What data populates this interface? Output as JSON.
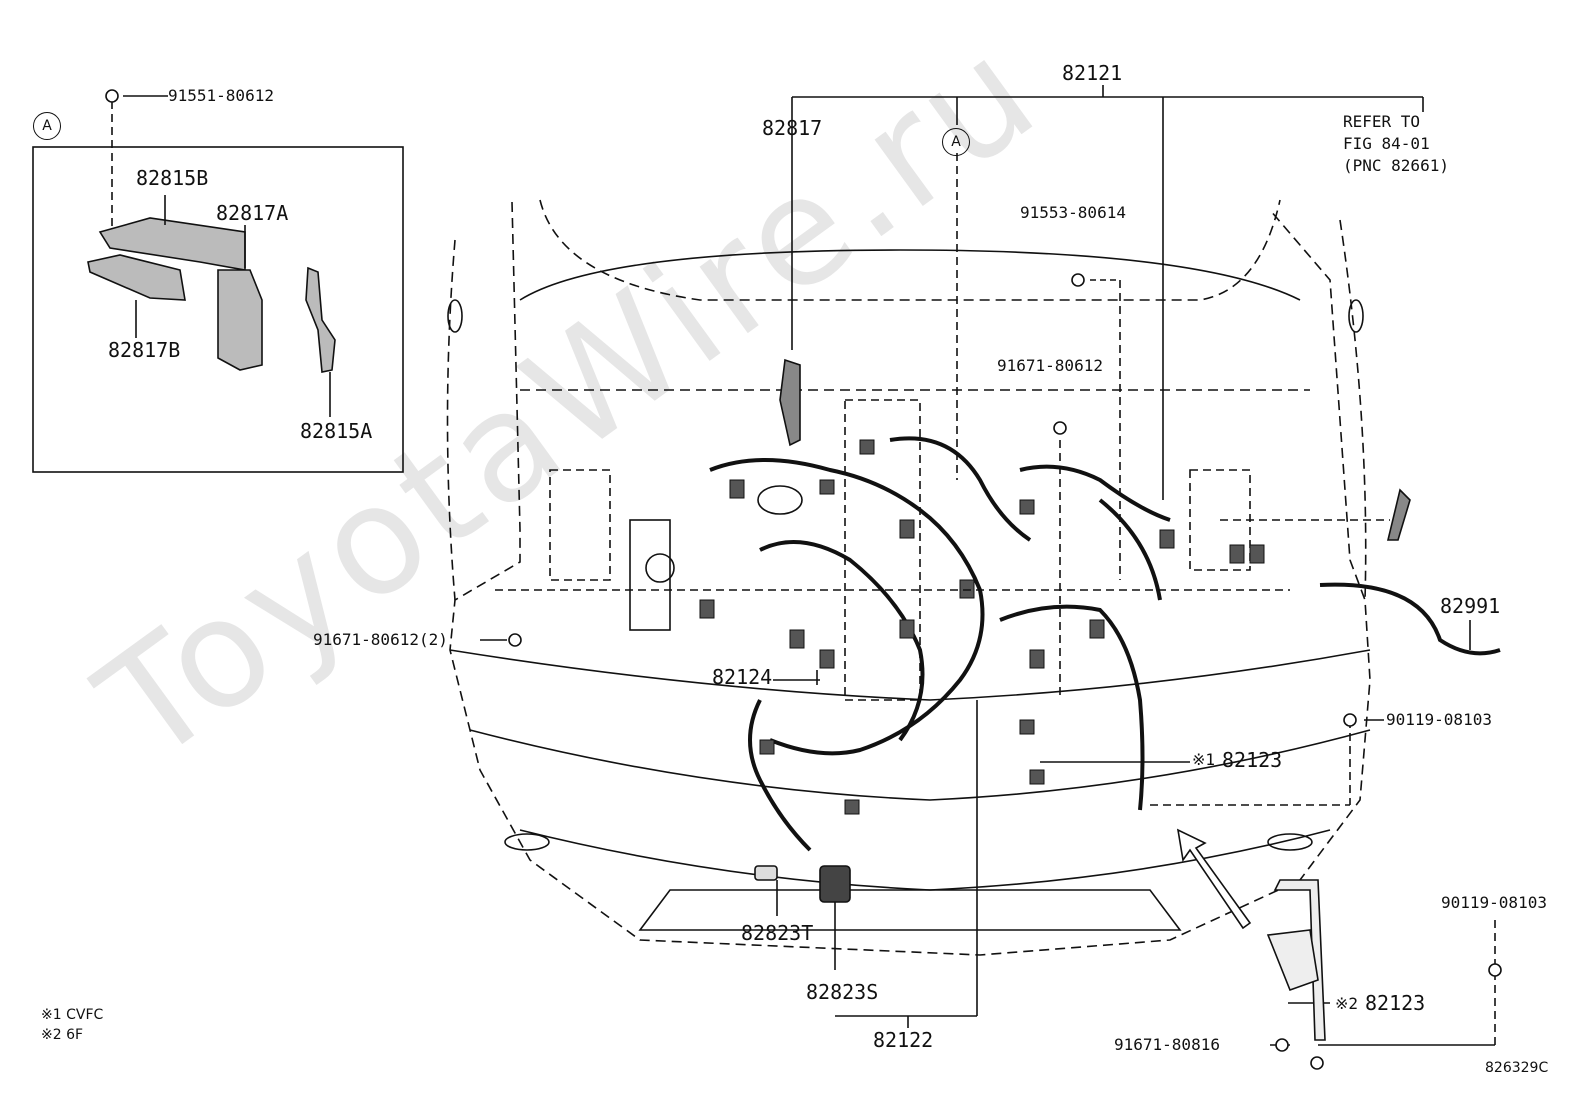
{
  "watermark": "ToyotaWire.ru",
  "inset": {
    "circle": "A",
    "bolt": "91551-80612",
    "parts": [
      "82815B",
      "82817A",
      "82817B",
      "82815A"
    ]
  },
  "main": {
    "harness": "82121",
    "circle": "A",
    "bracket": "82817",
    "refer": [
      "REFER TO",
      "FIG 84-01",
      "(PNC 82661)"
    ],
    "bolt_top": "91553-80614",
    "bolt_center": "91671-80612",
    "bolt_left": "91671-80612(2)",
    "sensor": "82991",
    "harness_124": "82124",
    "bolt_right": "90119-08103",
    "ref1": "※1",
    "ref1_part": "82123",
    "relay": "82823T",
    "relay_block": "82823S",
    "harness_122": "82122",
    "bolt_far_right": "90119-08103",
    "ref2": "※2",
    "ref2_part": "82123",
    "bolt_bottom": "91671-80816"
  },
  "notes": [
    "※1 CVFC",
    "※2 6F"
  ],
  "figure_code": "826329C"
}
